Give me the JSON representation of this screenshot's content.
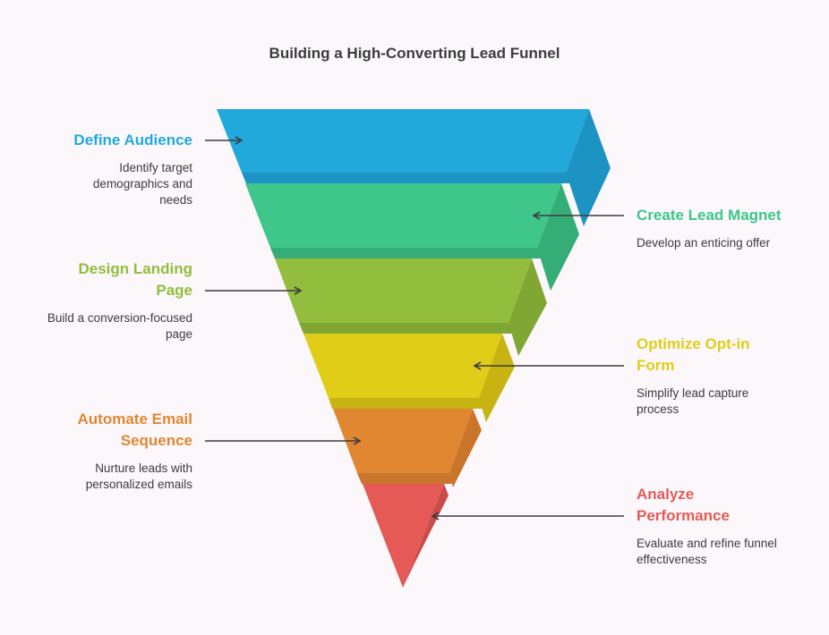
{
  "title": "Building a High-Converting Lead Funnel",
  "stages": [
    {
      "heading": "Define Audience",
      "desc": "Identify target demographics and needs",
      "color": "#22a9dc",
      "dark": "#1c93c2"
    },
    {
      "heading": "Create Lead Magnet",
      "desc": "Develop an enticing offer",
      "color": "#3fc68a",
      "dark": "#35ad77"
    },
    {
      "heading": "Design Landing Page",
      "desc": "Build a conversion-focused page",
      "color": "#93bd3c",
      "dark": "#80a733"
    },
    {
      "heading": "Optimize Opt-in Form",
      "desc": "Simplify lead capture process",
      "color": "#e0cd18",
      "dark": "#c7b412"
    },
    {
      "heading": "Automate Email Sequence",
      "desc": "Nurture leads with personalized emails",
      "color": "#e18732",
      "dark": "#c9752a"
    },
    {
      "heading": "Analyze Performance",
      "desc": "Evaluate and refine funnel effectiveness",
      "color": "#e55a56",
      "dark": "#c94c48"
    }
  ]
}
